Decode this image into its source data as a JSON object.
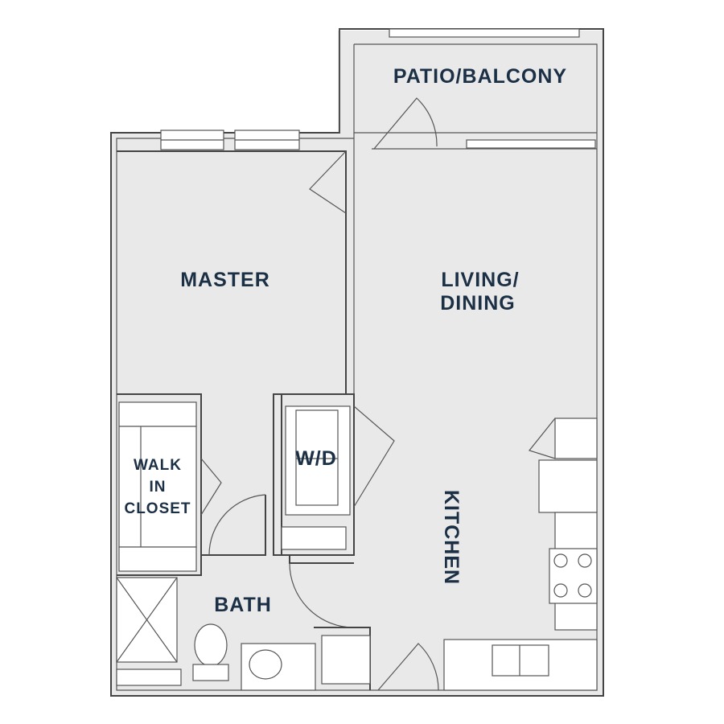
{
  "plan": {
    "rooms": {
      "patio": "PATIO/BALCONY",
      "master": "MASTER",
      "living_line1": "LIVING/",
      "living_line2": "DINING",
      "wd": "W/D",
      "closet_line1": "WALK",
      "closet_line2": "IN",
      "closet_line3": "CLOSET",
      "kitchen": "KITCHEN",
      "bath": "BATH"
    },
    "colors": {
      "floor": "#e9e9ea",
      "walls": "#444444",
      "label": "#1b2f45"
    }
  }
}
